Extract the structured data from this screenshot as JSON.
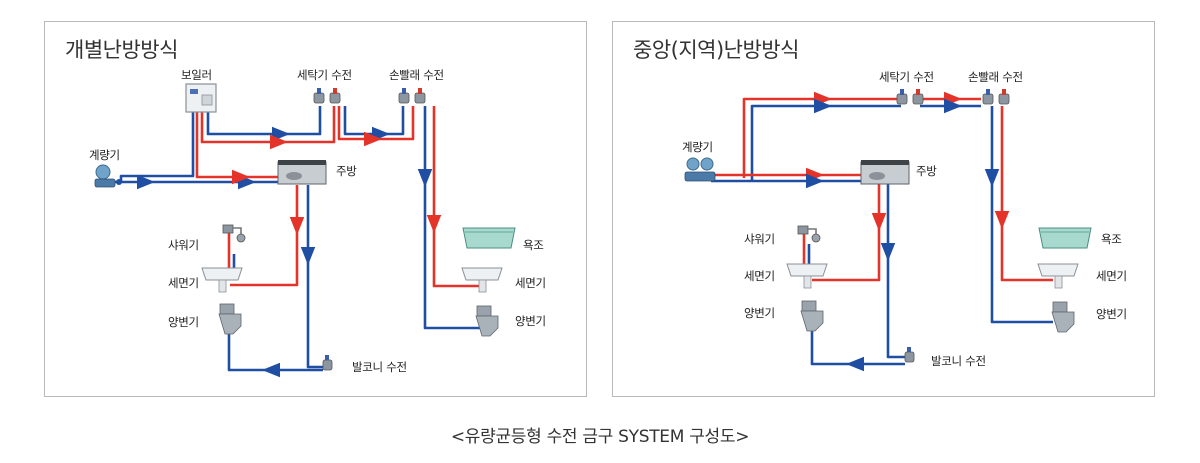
{
  "caption": "<유량균등형 수전 금구 SYSTEM 구성도>",
  "colors": {
    "hot_pipe": "#e4342a",
    "cold_pipe": "#1f4ea3",
    "border": "#b9b9b9"
  },
  "left_panel": {
    "title": "개별난방방식",
    "labels": {
      "boiler": "보일러",
      "washer_faucet": "세탁기 수전",
      "hand_wash_faucet": "손빨래 수전",
      "meter": "계량기",
      "kitchen": "주방",
      "shower": "샤워기",
      "basin": "세면기",
      "toilet": "양변기",
      "bathtub": "욕조",
      "basin_2": "세면기",
      "toilet_2": "양변기",
      "balcony_faucet": "발코니 수전"
    }
  },
  "right_panel": {
    "title": "중앙(지역)난방방식",
    "labels": {
      "washer_faucet": "세탁기 수전",
      "hand_wash_faucet": "손빨래 수전",
      "meter": "계량기",
      "kitchen": "주방",
      "shower": "샤워기",
      "basin": "세면기",
      "toilet": "양변기",
      "bathtub": "욕조",
      "basin_2": "세면기",
      "toilet_2": "양변기",
      "balcony_faucet": "발코니 수전"
    }
  }
}
